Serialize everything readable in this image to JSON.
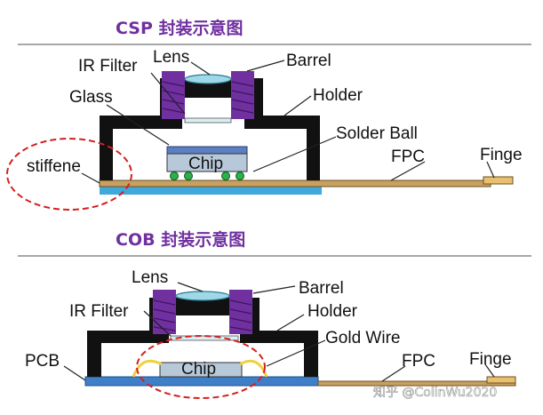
{
  "csp": {
    "title": "CSP 封装示意图",
    "labels": {
      "lens": "Lens",
      "barrel": "Barrel",
      "ir_filter": "IR Filter",
      "glass": "Glass",
      "holder": "Holder",
      "solder_ball": "Solder Ball",
      "chip": "Chip",
      "fpc": "FPC",
      "finger": "Finge",
      "stiffener": "stiffene"
    }
  },
  "cob": {
    "title": "COB 封装示意图",
    "labels": {
      "lens": "Lens",
      "barrel": "Barrel",
      "ir_filter": "IR Filter",
      "holder": "Holder",
      "gold_wire": "Gold Wire",
      "chip": "Chip",
      "pcb": "PCB",
      "fpc": "FPC",
      "finger": "Finge"
    }
  },
  "watermark": "知乎 @ColinWu2020",
  "colors": {
    "title": "#7030a0",
    "barrel": "#7030a0",
    "lens": "#9fd9e8",
    "holder": "#111111",
    "stiffener": "#3fa9dd",
    "fpc": "#c8a060",
    "chip": "#b7c9d9",
    "gold_wire": "#f0d040",
    "highlight": "#d42020"
  }
}
